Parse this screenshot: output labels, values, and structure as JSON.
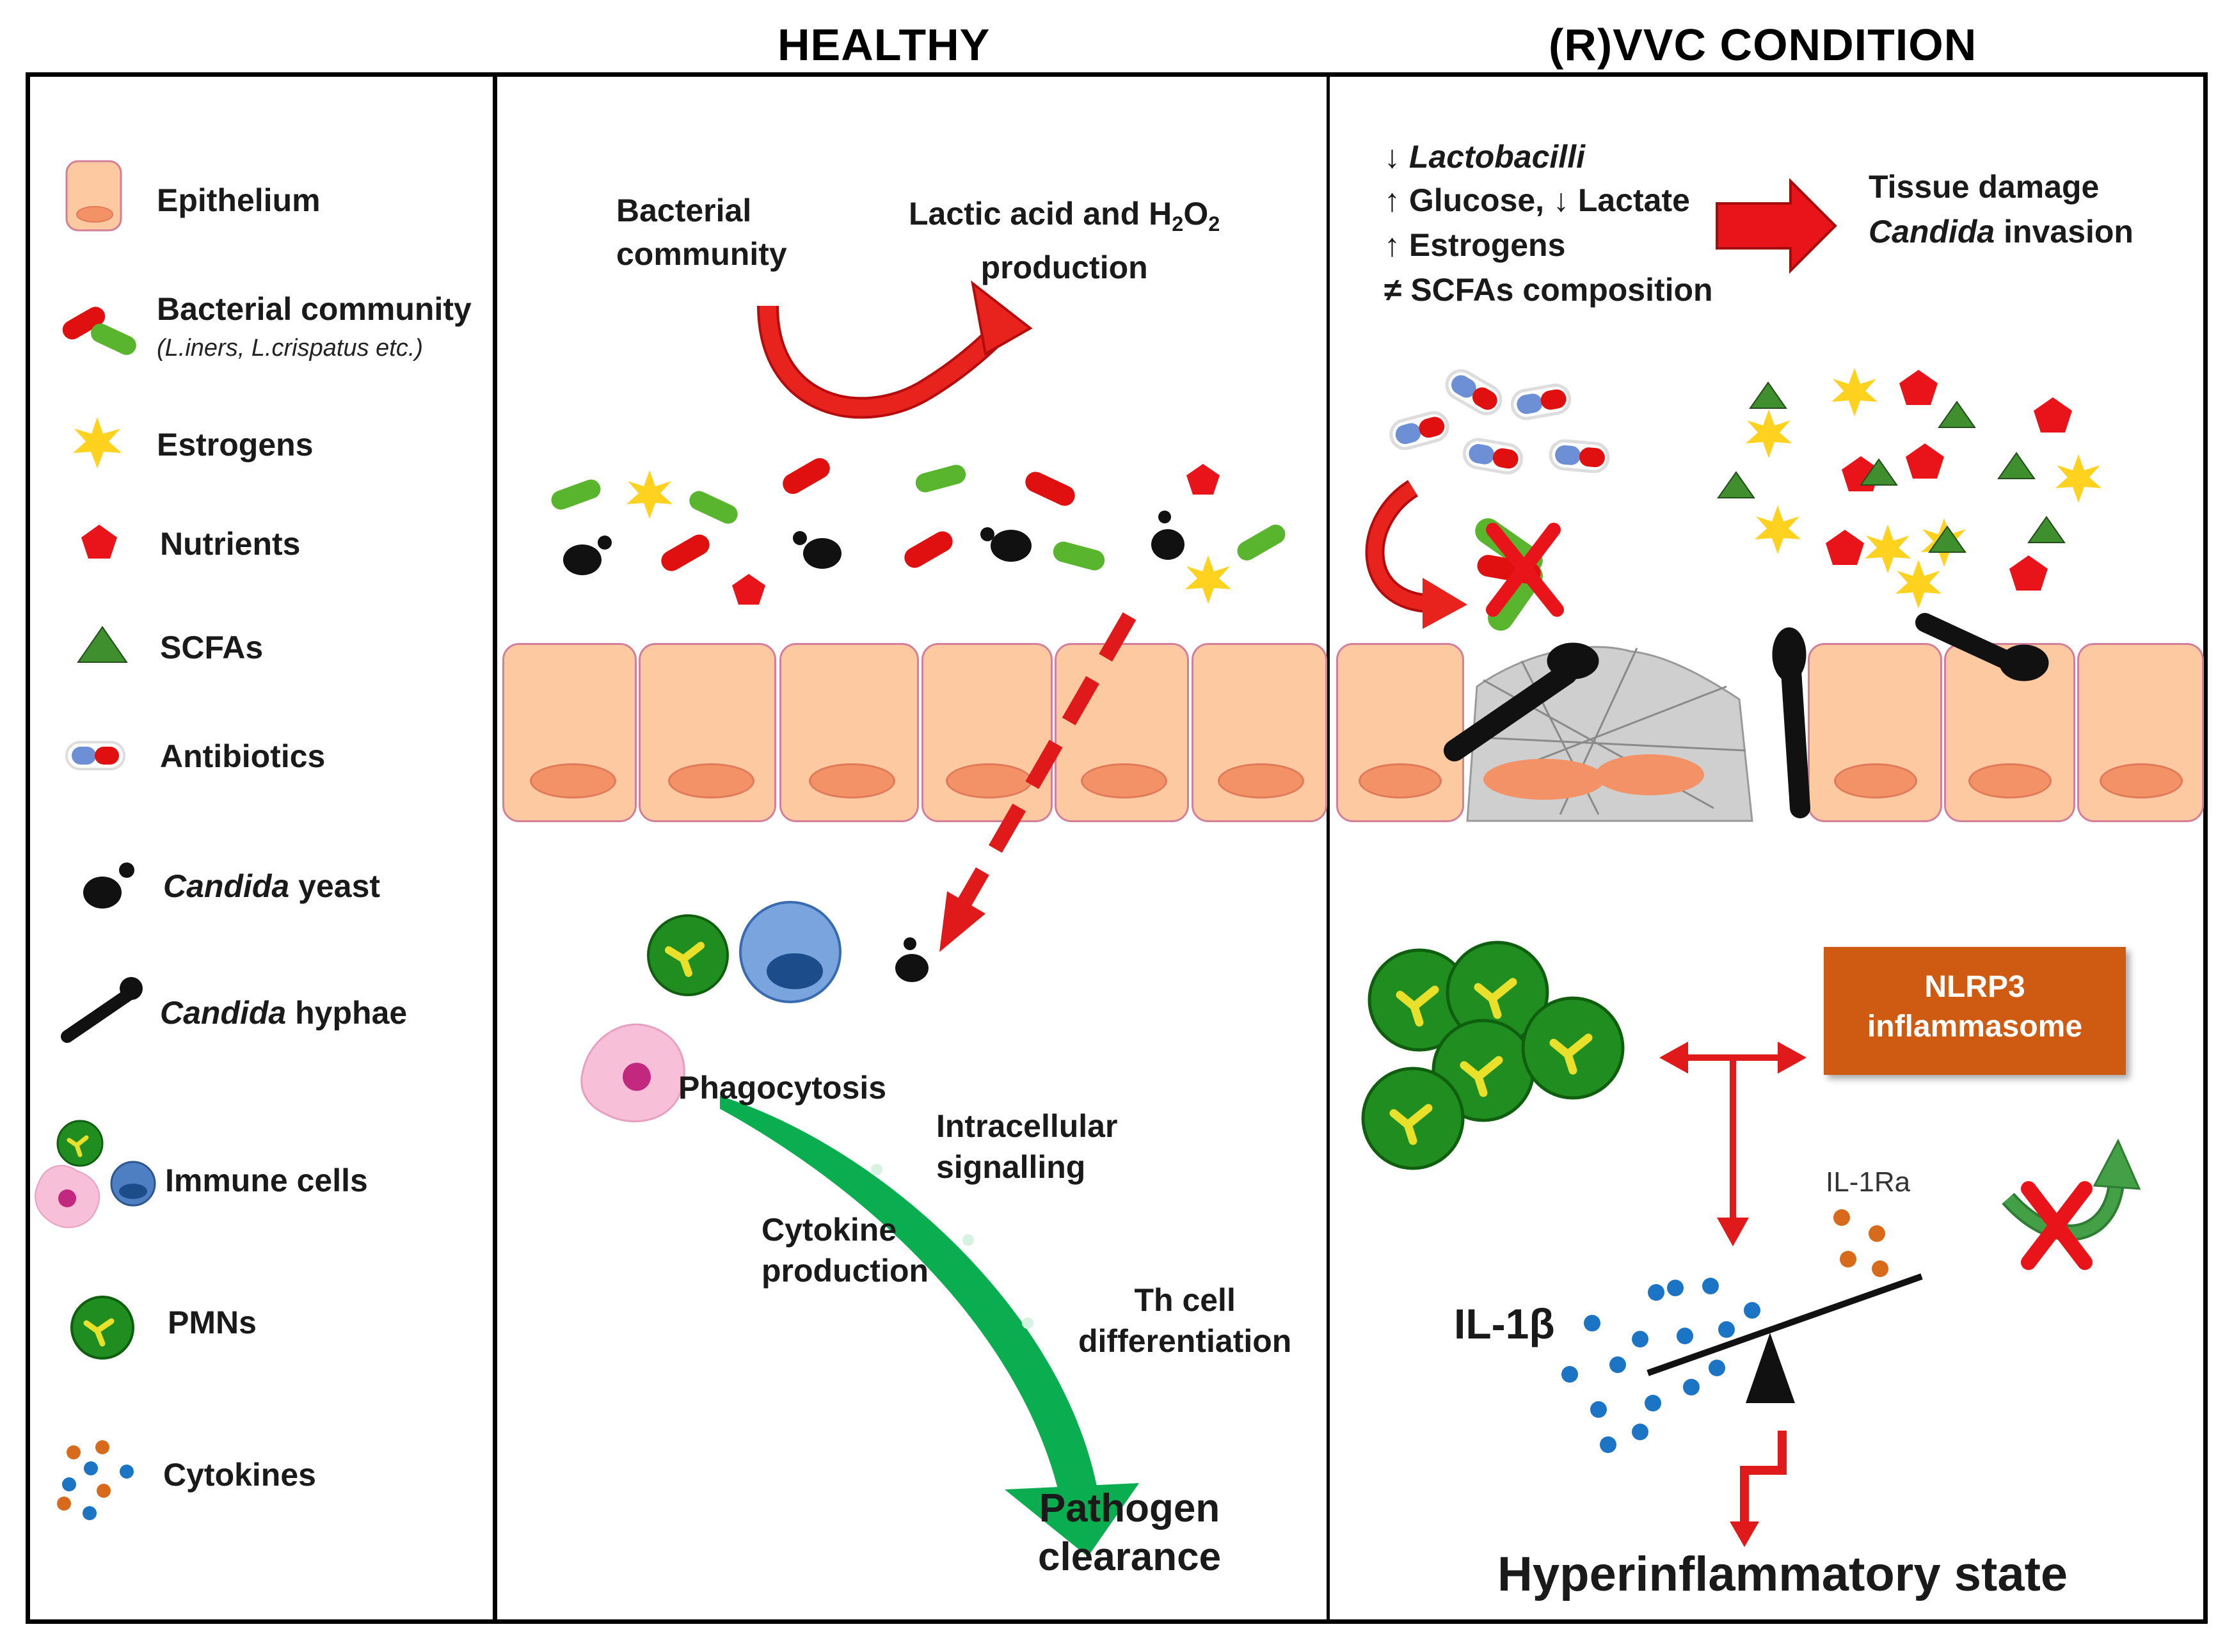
{
  "titles": {
    "healthy": "HEALTHY",
    "condition": "(R)VVC CONDITION"
  },
  "legend": {
    "epithelium": "Epithelium",
    "bacterial": "Bacterial community",
    "bacterial_sub": "(L.iners, L.crispatus etc.)",
    "estrogens": "Estrogens",
    "nutrients": "Nutrients",
    "scfas": "SCFAs",
    "antibiotics": "Antibiotics",
    "candida_yeast_italic": "Candida",
    "candida_yeast_rest": " yeast",
    "candida_hyphae_italic": "Candida",
    "candida_hyphae_rest": " hyphae",
    "immune_cells": "Immune cells",
    "pmns": "PMNs",
    "cytokines": "Cytokines"
  },
  "healthy": {
    "bacterial_line1": "Bacterial",
    "bacterial_line2": "community",
    "lactic_line1": "Lactic acid and H",
    "lactic_sub1": "2",
    "lactic_mid": "O",
    "lactic_sub2": "2",
    "lactic_line2": "production",
    "phagocytosis": "Phagocytosis",
    "intracellular_line1": "Intracellular",
    "intracellular_line2": "signalling",
    "cytokine_line1": "Cytokine",
    "cytokine_line2": "production",
    "th_line1": "Th cell",
    "th_line2": "differentiation",
    "pathogen_line1": "Pathogen",
    "pathogen_line2": "clearance"
  },
  "condition": {
    "lacto_arrow": "↓ ",
    "lacto": "Lactobacilli",
    "glucose": "↑ Glucose, ↓ Lactate",
    "estrogens": "↑ Estrogens",
    "scfas": "≠ SCFAs  composition",
    "tissue_damage": "Tissue damage",
    "candida_invasion_italic": "Candida",
    "candida_invasion_rest": " invasion",
    "nlrp3_line1": "NLRP3",
    "nlrp3_line2": "inflammasome",
    "il1ra": "IL-1Ra",
    "il1b": "IL-1β",
    "hyper": "Hyperinflammatory state"
  },
  "colors": {
    "epithelium": "#fcc9a0",
    "nucleus": "#f39266",
    "bacteria_red": "#e01010",
    "bacteria_green": "#5ab52e",
    "estrogen": "#ffd21f",
    "nutrient": "#e8141a",
    "scfa": "#3f8f2f",
    "arrow_red": "#e0191b",
    "green_arrow": "#0aad4f",
    "nlrp3": "#cf5a12",
    "il1b_dot": "#1c74c4",
    "il1ra_dot": "#d86a1c"
  }
}
